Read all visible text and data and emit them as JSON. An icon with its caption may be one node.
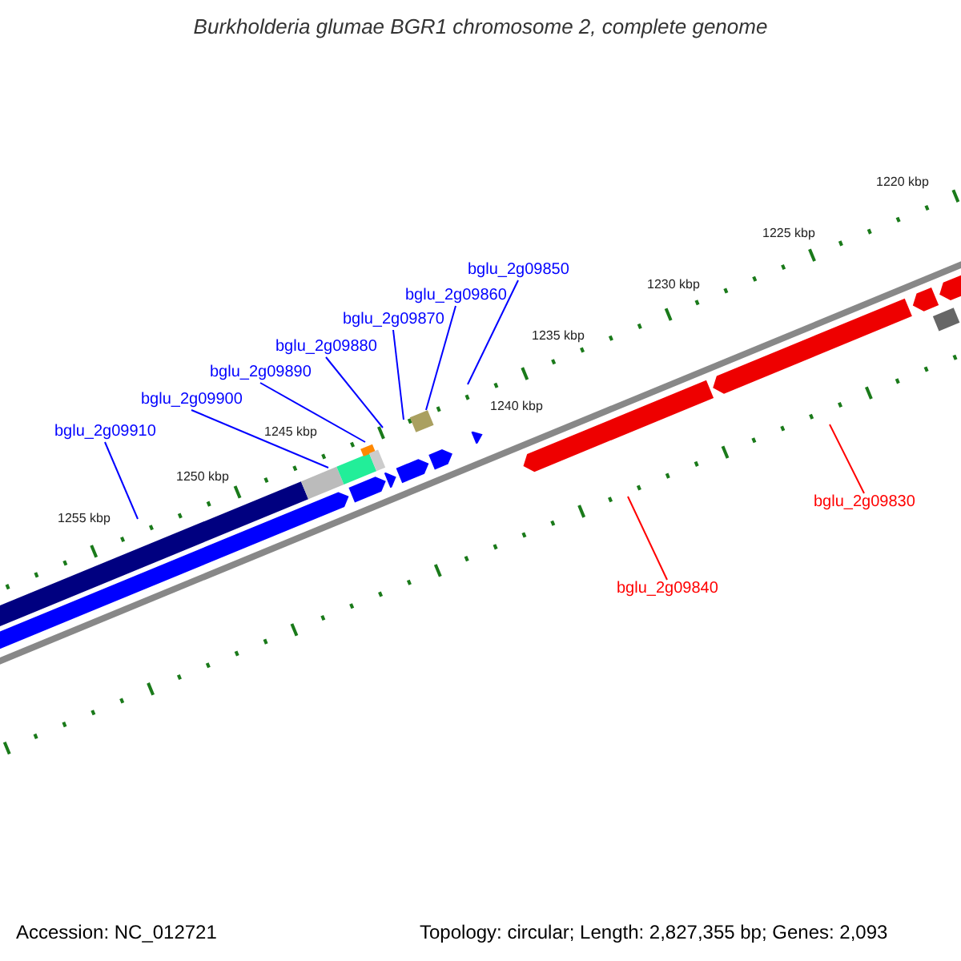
{
  "diagram": {
    "title": "Burkholderia glumae BGR1 chromosome 2, complete genome",
    "nodes": [
      {
        "text": [
          "bglu_2g09910"
        ]
      },
      {
        "text": [
          "bglu_2g09900"
        ]
      },
      {
        "text": [
          "bglu_2g09890"
        ]
      },
      {
        "text": [
          "bglu_2g09880"
        ]
      },
      {
        "text": [
          "bglu_2g09870"
        ]
      },
      {
        "text": [
          "bglu_2g09860"
        ]
      },
      {
        "text": [
          "bglu_2g09850"
        ]
      },
      {
        "text": [
          "bglu_2g09840"
        ]
      },
      {
        "text": [
          "bglu_2g09830"
        ]
      }
    ],
    "edges": [
      {
        "from": 0,
        "to": null,
        "arrow": "none"
      },
      {
        "from": 1,
        "to": null,
        "arrow": "none"
      },
      {
        "from": 2,
        "to": null,
        "arrow": "none"
      },
      {
        "from": 3,
        "to": null,
        "arrow": "none"
      },
      {
        "from": 4,
        "to": null,
        "arrow": "none"
      },
      {
        "from": 5,
        "to": null,
        "arrow": "none"
      },
      {
        "from": 6,
        "to": null,
        "arrow": "none"
      },
      {
        "from": 7,
        "to": null,
        "arrow": "none",
        "color": "#ff0000"
      },
      {
        "from": 8,
        "to": null,
        "arrow": "none",
        "color": "#ff0000"
      }
    ],
    "labels": [
      "1220 kbp",
      "1225 kbp",
      "1230 kbp",
      "1235 kbp",
      "1240 kbp",
      "1245 kbp",
      "1250 kbp",
      "1255 kbp",
      "Accession: NC_012721",
      "Topology: circular; Length: 2,827,355 bp; Genes: 2,093"
    ]
  }
}
